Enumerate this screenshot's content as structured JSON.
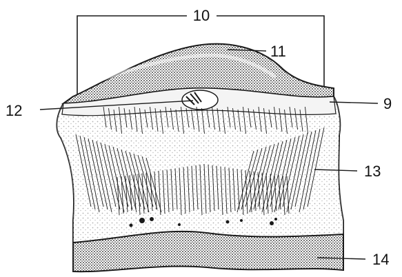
{
  "figure": {
    "labels": {
      "l10": "10",
      "l11": "11",
      "l12": "12",
      "l9": "9",
      "l13": "13",
      "l14": "14"
    },
    "colors": {
      "ink": "#1a1a1a",
      "paper": "#ffffff",
      "stipple": "#2a2a2a"
    }
  }
}
